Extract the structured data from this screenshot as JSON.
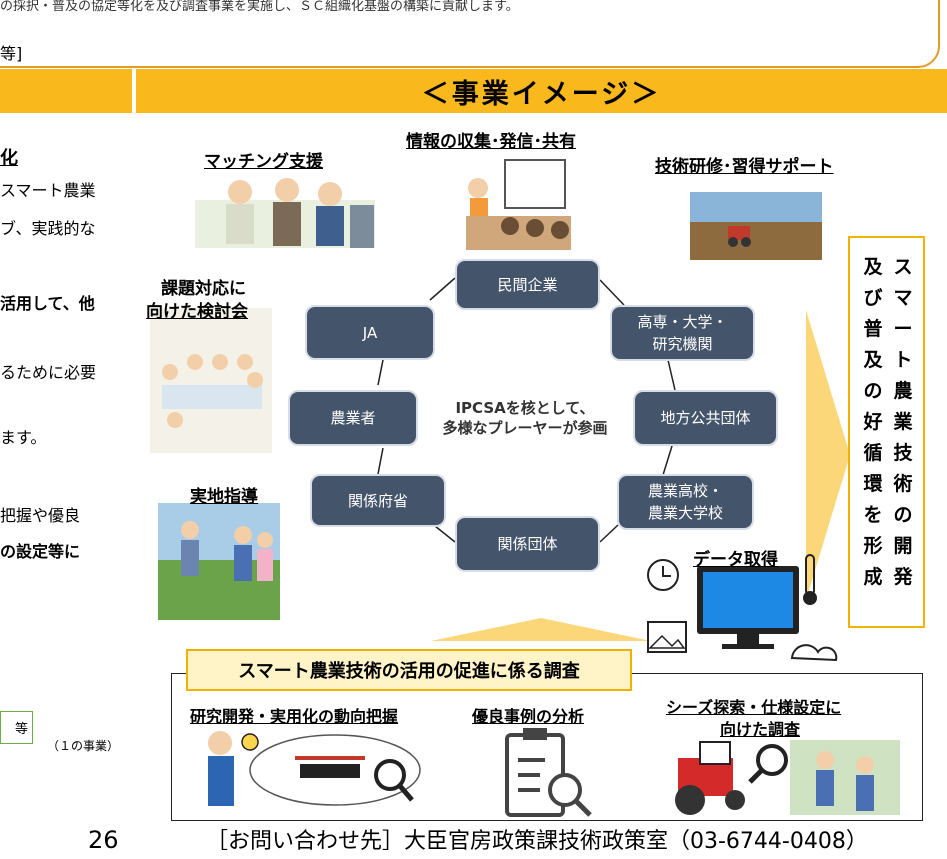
{
  "top": {
    "cut_line": "の採択・普及の協定等化を及び調査事業を実施し、ＳＣ組織化基盤の構築に貢献します。",
    "bracket": "等]"
  },
  "header": {
    "title": "＜事業イメージ＞"
  },
  "left_text": {
    "l1": "化",
    "l2": "スマート農業",
    "l3": "ブ、実践的な",
    "l4": "活用して、他",
    "l5": "るために必要",
    "l6": "ます。",
    "l7": "把握や優良",
    "l8": "の設定等に"
  },
  "labels": {
    "matching": "マッチング支援",
    "info": "情報の収集･発信･共有",
    "training": "技術研修･習得サポート",
    "kadai1": "課題対応に",
    "kadai2": "向けた検討会",
    "field": "実地指導",
    "data": "データ取得"
  },
  "nodes": {
    "n1": "民間企業",
    "n2a": "高専・大学・",
    "n2b": "研究機関",
    "n3": "地方公共団体",
    "n4a": "農業高校・",
    "n4b": "農業大学校",
    "n5": "関係団体",
    "n6": "関係府省",
    "n7": "農業者",
    "n8": "JA"
  },
  "center": {
    "line1": "IPCSAを核として、",
    "line2": "多様なプレーヤーが参画"
  },
  "right_box": {
    "col1": "スマート農業技術の開発",
    "col2": "及び普及の好循環を形成"
  },
  "survey": {
    "title": "スマート農業技術の活用の促進に係る調査",
    "item1": "研究開発・実用化の動向把握",
    "item2": "優良事例の分析",
    "item3a": "シーズ探索・仕様設定に",
    "item3b": "向けた調査"
  },
  "footer": {
    "tag": "等",
    "tag_note": "（１の事業）",
    "page": "26",
    "contact": "［お問い合わせ先］大臣官房政策課技術政策室（03-6744-0408）"
  },
  "colors": {
    "accent": "#f9b81c",
    "node": "#44546a",
    "box_border": "#f0b400",
    "survey_fill": "#fff4c8"
  }
}
